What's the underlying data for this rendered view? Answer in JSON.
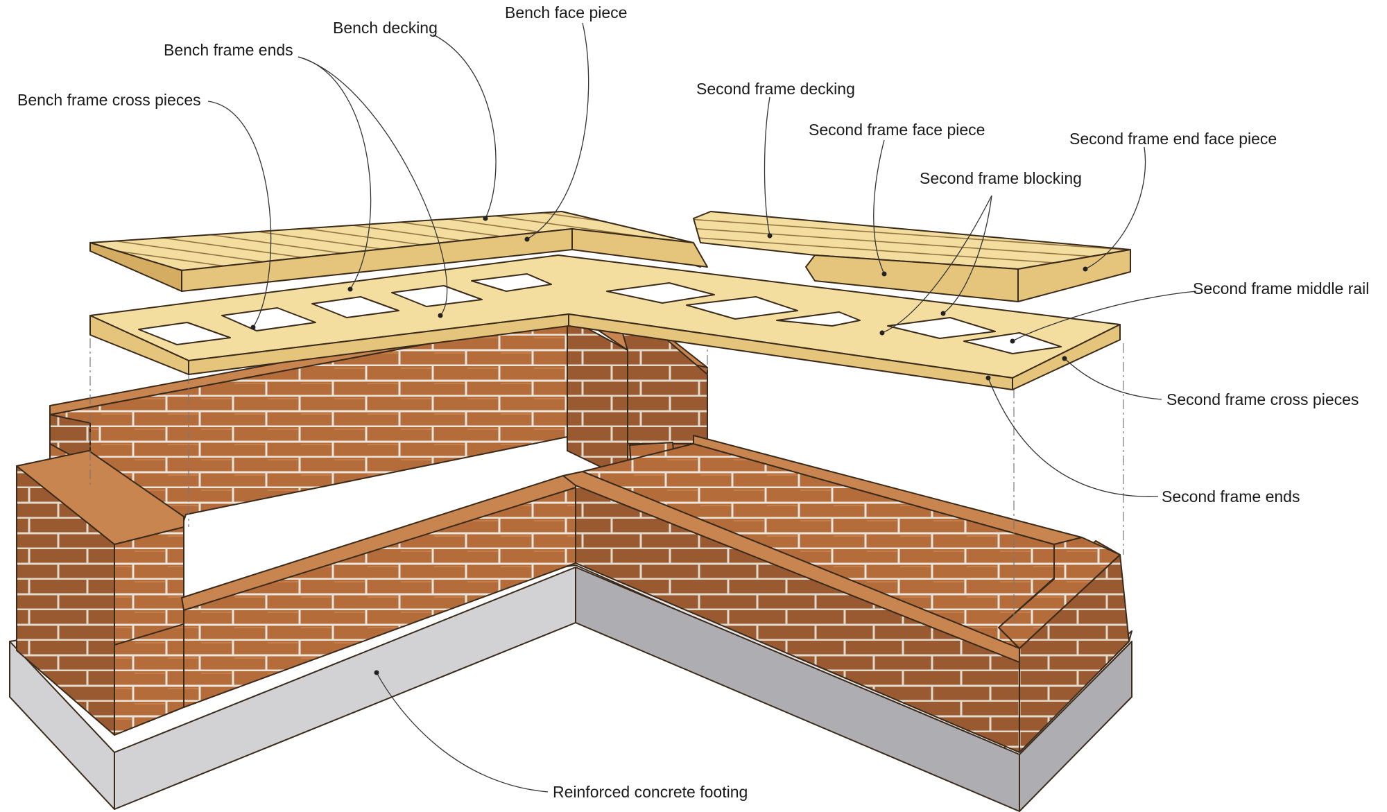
{
  "labels": {
    "bench_face_piece": "Bench face piece",
    "bench_decking": "Bench decking",
    "bench_frame_ends": "Bench frame ends",
    "bench_frame_cross_pieces": "Bench frame cross pieces",
    "second_frame_decking": "Second frame decking",
    "second_frame_face_piece": "Second frame face piece",
    "second_frame_end_face_piece": "Second frame end face piece",
    "second_frame_blocking": "Second frame blocking",
    "second_frame_middle_rail": "Second frame middle rail",
    "second_frame_cross_pieces": "Second frame cross pieces",
    "second_frame_ends": "Second frame ends",
    "reinforced_concrete_footing": "Reinforced concrete footing"
  },
  "colors": {
    "wood_light": "#f3dea0",
    "wood_face": "#e5c47b",
    "brick": "#b56c3b",
    "brick_mortar": "#e9e2d6",
    "concrete": "#d2d2d5"
  }
}
